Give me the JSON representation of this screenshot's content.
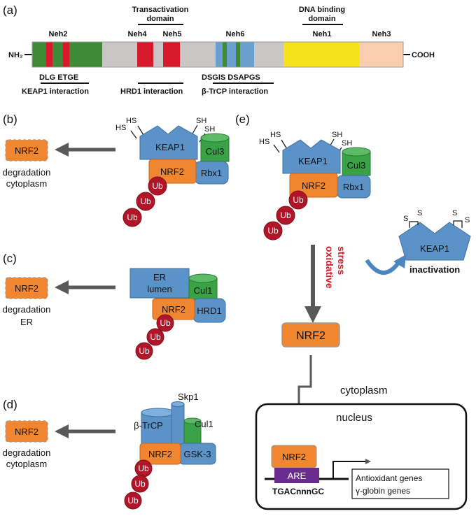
{
  "panel_labels": {
    "a": "(a)",
    "b": "(b)",
    "c": "(c)",
    "d": "(d)",
    "e": "(e)"
  },
  "domain_bar": {
    "nh2": "NH₂",
    "cooh": "COOH",
    "domains": {
      "neh2": "Neh2",
      "neh4": "Neh4",
      "neh5": "Neh5",
      "neh6": "Neh6",
      "neh1": "Neh1",
      "neh3": "Neh3"
    },
    "headers": {
      "transactivation_1": "Transactivation",
      "transactivation_2": "domain",
      "dna_binding_1": "DNA binding",
      "dna_binding_2": "domain"
    },
    "below": {
      "dlg_etge": "DLG  ETGE",
      "keap1_interaction": "KEAP1 interaction",
      "hrd1_interaction": "HRD1 interaction",
      "dsgis_dsapgs": "DSGIS  DSAPGS",
      "btrcp_interaction": "β-TrCP interaction"
    },
    "colors": {
      "neh2": "#3f8a37",
      "motif": "#d7192c",
      "gray": "#cbc6c6",
      "neh6": "#6a9fd0",
      "neh6_bands": "#3f8a37",
      "neh1": "#f6e11a",
      "neh3": "#f8cdb0"
    }
  },
  "common": {
    "nrf2": "NRF2",
    "keap1": "KEAP1",
    "cul3": "Cul3",
    "rbx1": "Rbx1",
    "ub": "Ub",
    "hs": "HS",
    "sh": "SH",
    "s": "S"
  },
  "panel_b": {
    "cap1": "degradation",
    "cap2": "cytoplasm"
  },
  "panel_c": {
    "er1": "ER",
    "er2": "lumen",
    "cul1": "Cul1",
    "hrd1": "HRD1",
    "cap1": "degradation",
    "cap2": "ER"
  },
  "panel_d": {
    "btrcp": "β-TrCP",
    "skp1": "Skp1",
    "cul1": "Cul1",
    "gsk3": "GSK-3",
    "cap1": "degradation",
    "cap2": "cytoplasm"
  },
  "panel_e": {
    "oxidative": "oxidative",
    "stress": "stress",
    "inactivation": "inactivation",
    "cytoplasm": "cytoplasm",
    "nucleus": "nucleus",
    "are": "ARE",
    "motif": "TGACnnnGC",
    "genes1": "Antioxidant genes",
    "genes2": "γ-globin genes"
  },
  "colors": {
    "orange": "#f08630",
    "blue": "#5b93c9",
    "green": "#3aa246",
    "ub": "#b01628",
    "purple": "#6a2c8e",
    "arrow": "#595959",
    "stress": "#d21f2b",
    "curve": "#4b86c3"
  }
}
